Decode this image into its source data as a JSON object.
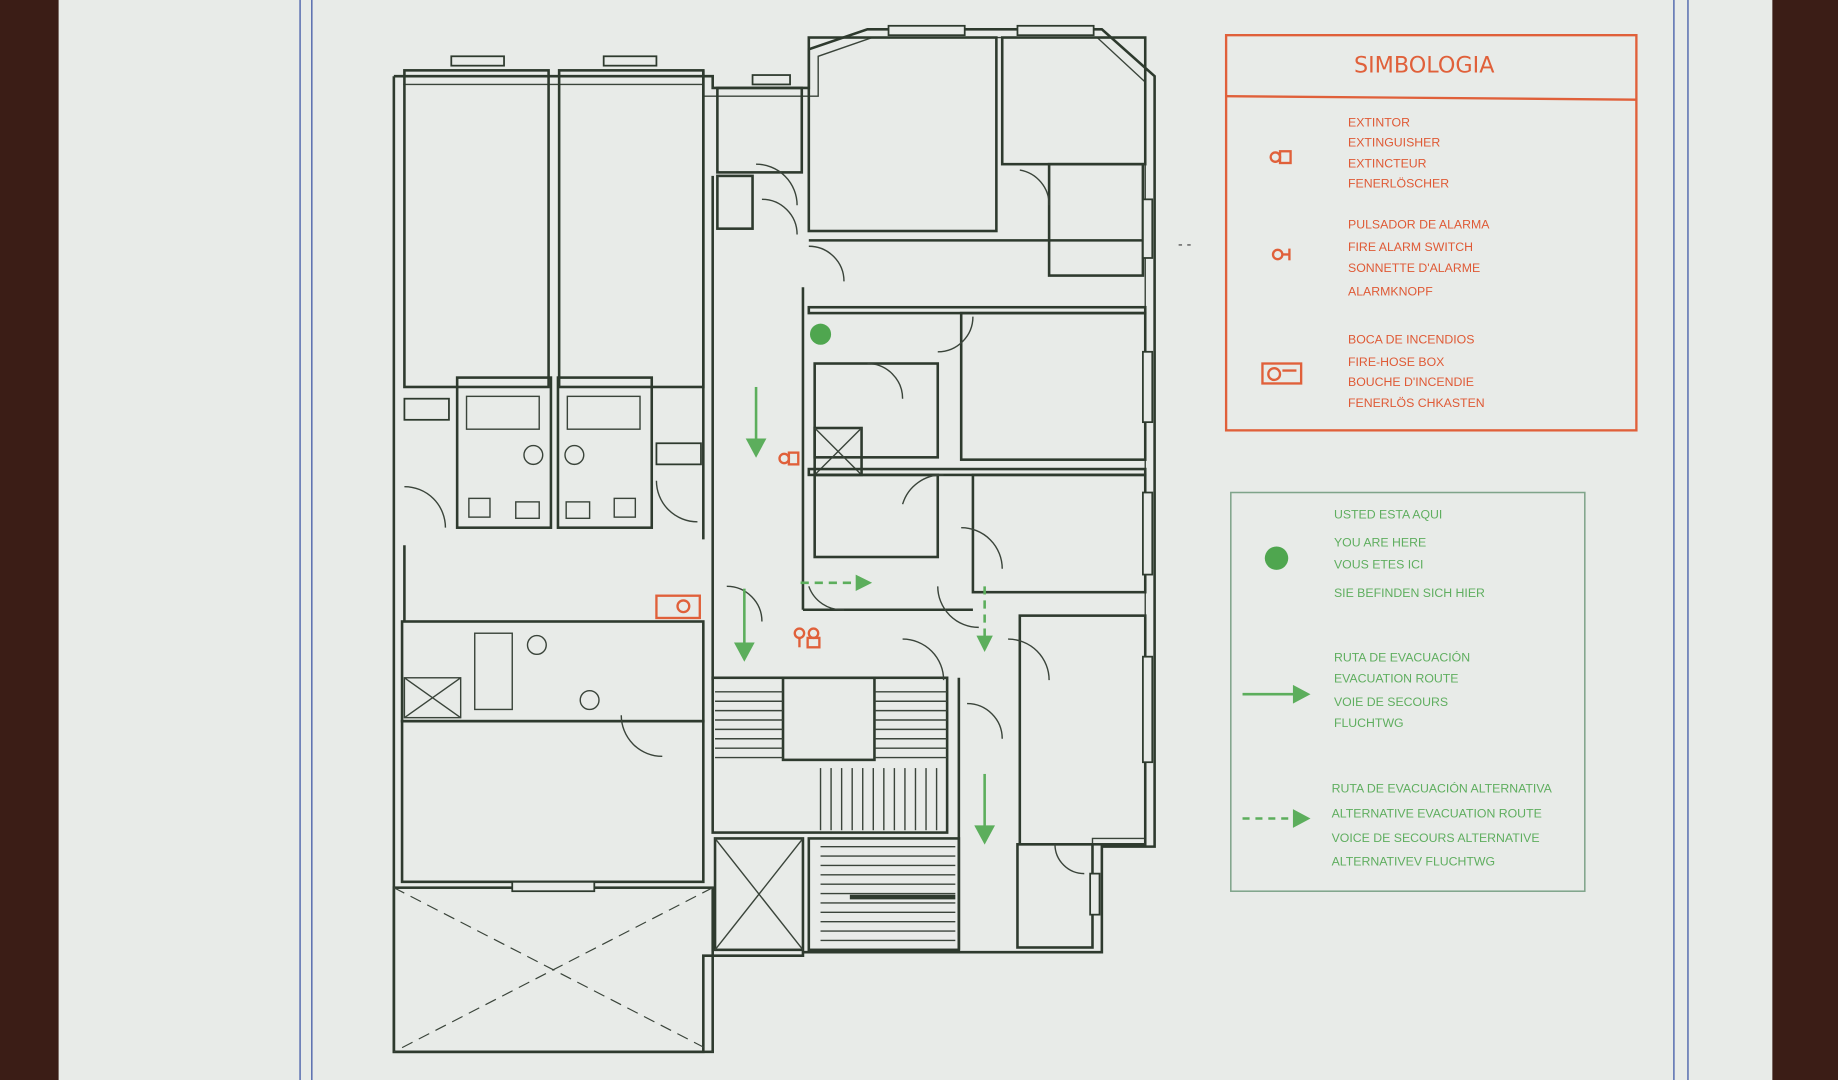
{
  "legend_symbols": {
    "title": "SIMBOLOGIA",
    "extinguisher": [
      "EXTINTOR",
      "EXTINGUISHER",
      "EXTINCTEUR",
      "FENERLÖSCHER"
    ],
    "alarm": [
      "PULSADOR DE ALARMA",
      "FIRE ALARM SWITCH",
      "SONNETTE D'ALARME",
      "ALARMKNOPF"
    ],
    "hose": [
      "BOCA DE INCENDIOS",
      "FIRE-HOSE BOX",
      "BOUCHE D'INCENDIE",
      "FENERLÖS CHKASTEN"
    ]
  },
  "legend_routes": {
    "here": [
      "USTED ESTA AQUI",
      "YOU ARE HERE",
      "VOUS ETES ICI",
      "SIE BEFINDEN SICH HIER"
    ],
    "route": [
      "RUTA DE EVACUACIÓN",
      "EVACUATION ROUTE",
      "VOIE DE SECOURS",
      "FLUCHTWG"
    ],
    "alt": [
      "RUTA DE EVACUACIÓN ALTERNATIVA",
      "ALTERNATIVE EVACUATION ROUTE",
      "VOICE DE SECOURS ALTERNATIVE",
      "ALTERNATIVEV FLUCHTWG"
    ]
  },
  "colors": {
    "symbols": "#e0603a",
    "routes": "#5cae5c",
    "walls": "#2e3a2e",
    "frame": "#3b1d16",
    "paper": "#e8ebe8"
  }
}
